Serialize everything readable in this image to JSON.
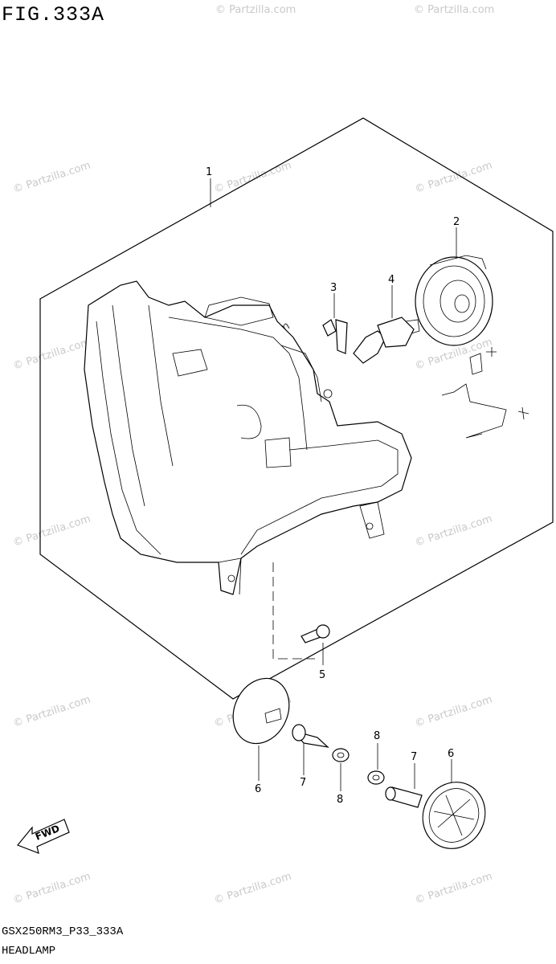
{
  "figure": {
    "title": "FIG.333A",
    "code": "GSX250RM3_P33_333A",
    "name": "HEADLAMP"
  },
  "callouts": [
    "1",
    "2",
    "3",
    "4",
    "5",
    "6",
    "7",
    "8",
    "8",
    "7",
    "6"
  ],
  "fwd_label": "FWD",
  "watermark": "© Partzilla.com"
}
